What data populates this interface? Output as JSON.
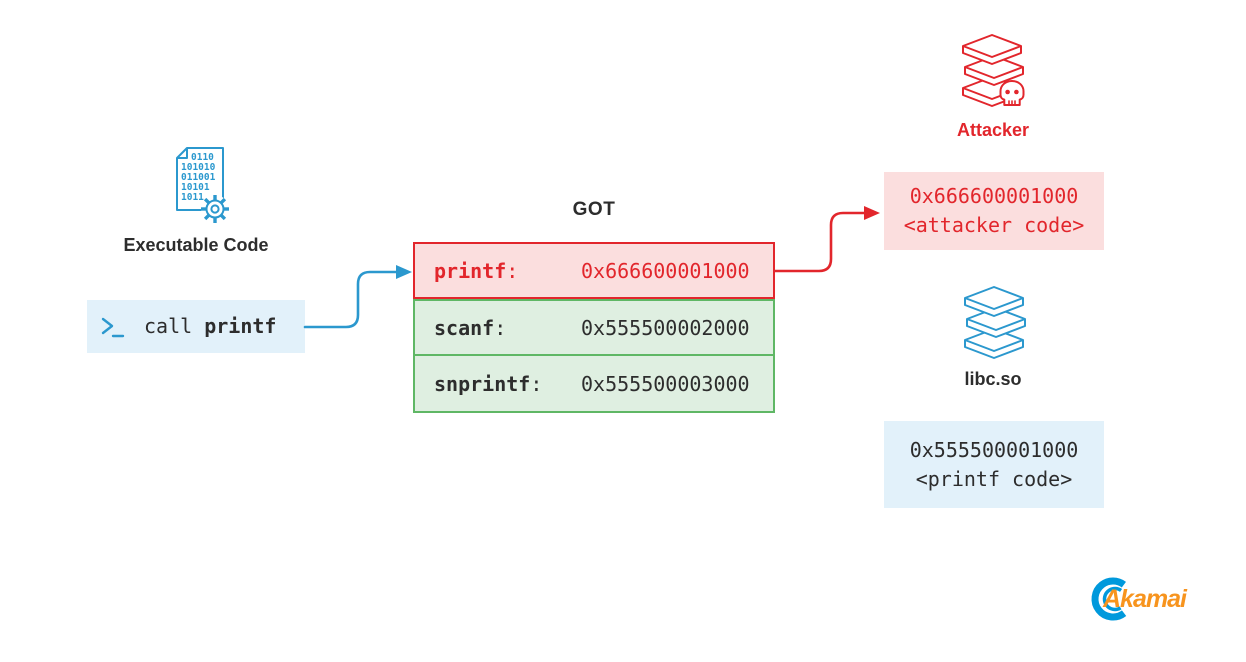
{
  "colors": {
    "red": "#E2262C",
    "pink_bg": "#FBDEDE",
    "green": "#5FB765",
    "green_bg": "#DFEFE1",
    "blue": "#2B98CE",
    "light_blue_bg": "#E2F1FA",
    "dark_text": "#2D2D2D",
    "akamai_orange": "#F7941E",
    "akamai_blue": "#0099DC"
  },
  "executable": {
    "icon": "binary-document-gear-icon",
    "icon_binary": [
      "0110",
      "101010",
      "011001",
      "10101",
      "1011"
    ],
    "label": "Executable Code",
    "call_box": {
      "prompt_icon": "terminal-prompt-icon",
      "cmd": "call",
      "fn": "printf"
    }
  },
  "got": {
    "title": "GOT",
    "colon": ":",
    "rows": [
      {
        "name": "printf",
        "value": "0x666600001000",
        "state": "hijacked"
      },
      {
        "name": "scanf",
        "value": "0x555500002000",
        "state": "normal"
      },
      {
        "name": "snprintf",
        "value": "0x555500003000",
        "state": "normal"
      }
    ]
  },
  "attacker": {
    "icon": "books-skull-icon",
    "label": "Attacker",
    "box": {
      "address": "0x666600001000",
      "code": "<attacker code>"
    }
  },
  "libc": {
    "icon": "books-stack-icon",
    "label": "libc.so",
    "box": {
      "address": "0x555500001000",
      "code": "<printf code>"
    }
  },
  "branding": {
    "logo_icon": "akamai-swoosh-icon",
    "logo_text": "Akamai"
  }
}
